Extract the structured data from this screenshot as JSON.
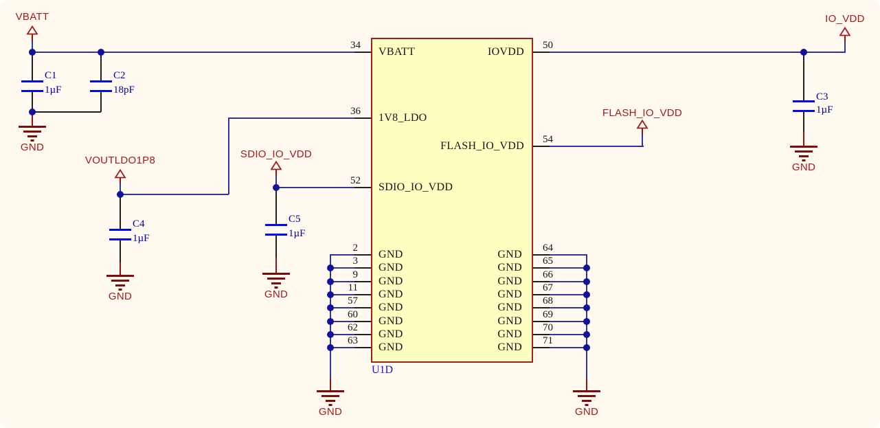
{
  "colors": {
    "canvas_bg": "#FFF9F0",
    "wire_blue": "#2E34A0",
    "junction_blue": "#12129B",
    "capacitor_plate_blue": "#0008F0",
    "component_label_blue": "#0000A8",
    "power_red": "#A21B1B",
    "ground_red": "#7C0D0D",
    "ic_fill": "#FFFFC2",
    "ic_border_red": "#9E2121",
    "pin_text_black": "#141414"
  },
  "power_ports": {
    "vbatt": "VBATT",
    "voutldo1p8": "VOUTLDO1P8",
    "sdio_io_vdd": "SDIO_IO_VDD",
    "flash_io_vdd": "FLASH_IO_VDD",
    "io_vdd": "IO_VDD",
    "gnd": "GND"
  },
  "capacitors": {
    "c1": {
      "designator": "C1",
      "value": "1µF"
    },
    "c2": {
      "designator": "C2",
      "value": "18pF"
    },
    "c3": {
      "designator": "C3",
      "value": "1µF"
    },
    "c4": {
      "designator": "C4",
      "value": "1µF"
    },
    "c5": {
      "designator": "C5",
      "value": "1µF"
    }
  },
  "ic": {
    "designator": "U1D",
    "left_pins": [
      {
        "number": "34",
        "name": "VBATT"
      },
      {
        "number": "36",
        "name": "1V8_LDO"
      },
      {
        "number": "52",
        "name": "SDIO_IO_VDD"
      }
    ],
    "right_pins": [
      {
        "number": "50",
        "name": "IOVDD"
      },
      {
        "number": "54",
        "name": "FLASH_IO_VDD"
      }
    ],
    "left_gnd_pins": [
      {
        "number": "2",
        "name": "GND"
      },
      {
        "number": "3",
        "name": "GND"
      },
      {
        "number": "9",
        "name": "GND"
      },
      {
        "number": "11",
        "name": "GND"
      },
      {
        "number": "57",
        "name": "GND"
      },
      {
        "number": "60",
        "name": "GND"
      },
      {
        "number": "62",
        "name": "GND"
      },
      {
        "number": "63",
        "name": "GND"
      }
    ],
    "right_gnd_pins": [
      {
        "number": "64",
        "name": "GND"
      },
      {
        "number": "65",
        "name": "GND"
      },
      {
        "number": "66",
        "name": "GND"
      },
      {
        "number": "67",
        "name": "GND"
      },
      {
        "number": "68",
        "name": "GND"
      },
      {
        "number": "69",
        "name": "GND"
      },
      {
        "number": "70",
        "name": "GND"
      },
      {
        "number": "71",
        "name": "GND"
      }
    ]
  }
}
